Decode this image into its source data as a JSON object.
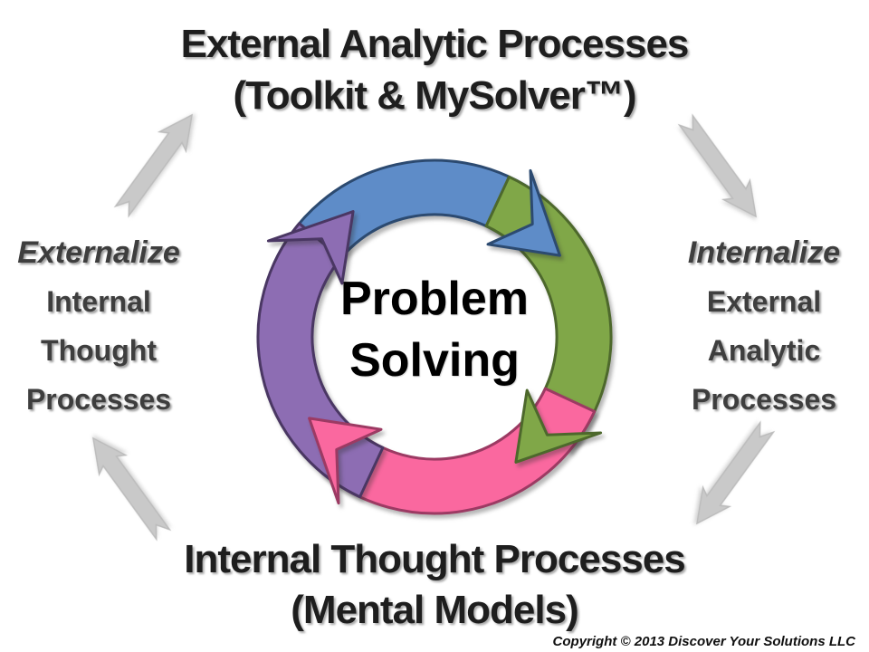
{
  "title_top": {
    "line1": "External Analytic Processes",
    "line2": "(Toolkit & MySolver™)"
  },
  "title_bottom": {
    "line1": "Internal Thought Processes",
    "line2": "(Mental Models)"
  },
  "label_left": {
    "emphasis": "Externalize",
    "lines": [
      "Internal",
      "Thought",
      "Processes"
    ]
  },
  "label_right": {
    "emphasis": "Internalize",
    "lines": [
      "External",
      "Analytic",
      "Processes"
    ]
  },
  "center": {
    "line1": "Problem",
    "line2": "Solving"
  },
  "copyright": "Copyright © 2013 Discover Your Solutions LLC",
  "colors": {
    "background": "#ffffff",
    "title_text": "#1e1e1e",
    "side_text": "#3e3e3e",
    "center_text": "#000000",
    "gray_arrow": "#c9c9c9"
  },
  "cycle": {
    "direction": "clockwise",
    "segments": [
      {
        "name": "top-blue",
        "fill": "#5e8cc8",
        "edge": "#2c4a70"
      },
      {
        "name": "right-green",
        "fill": "#80a748",
        "edge": "#4d682c"
      },
      {
        "name": "bottom-pink",
        "fill": "#fa689f",
        "edge": "#9c3a63"
      },
      {
        "name": "left-purple",
        "fill": "#8d6db3",
        "edge": "#4a3763"
      }
    ]
  }
}
